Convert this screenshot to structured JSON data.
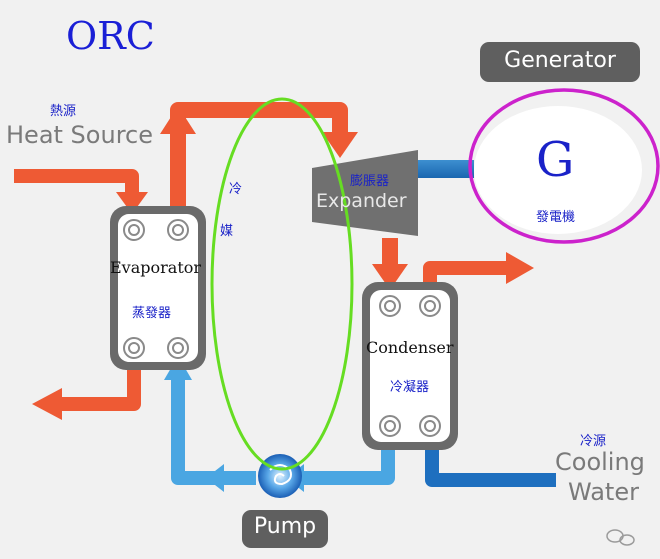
{
  "title": "ORC",
  "heat_source": {
    "cn": "熱源",
    "en": "Heat Source"
  },
  "refrigerant": {
    "char1": "冷",
    "char2": "媒"
  },
  "evaporator": {
    "en": "Evaporator",
    "cn": "蒸發器"
  },
  "expander": {
    "cn": "膨脹器",
    "en": "Expander"
  },
  "generator": {
    "label": "Generator",
    "symbol": "G",
    "cn": "發電機"
  },
  "condenser": {
    "en": "Condenser",
    "cn": "冷凝器"
  },
  "cooling_water": {
    "cn": "冷源",
    "en_line1": "Cooling",
    "en_line2": "Water"
  },
  "pump": {
    "label": "Pump"
  },
  "colors": {
    "hot": "#ee5a34",
    "cold": "#4aa6e2",
    "title": "#1a1fd6",
    "cn_text": "#1a22c8",
    "highlight_green": "#66dd22",
    "highlight_magenta": "#cc22cc"
  }
}
